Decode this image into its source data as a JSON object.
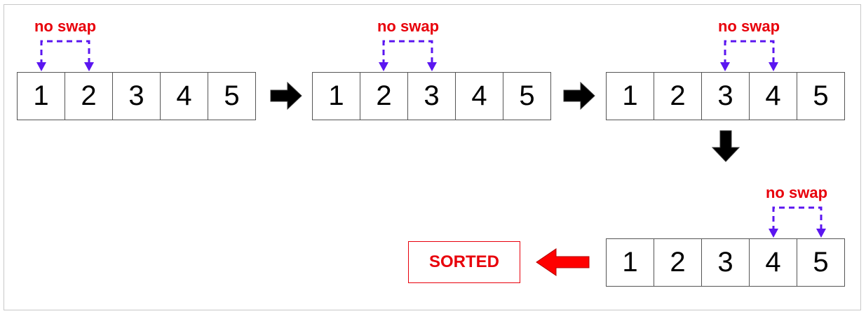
{
  "steps": [
    {
      "values": [
        "1",
        "2",
        "3",
        "4",
        "5"
      ],
      "compare_label": "no swap"
    },
    {
      "values": [
        "1",
        "2",
        "3",
        "4",
        "5"
      ],
      "compare_label": "no swap"
    },
    {
      "values": [
        "1",
        "2",
        "3",
        "4",
        "5"
      ],
      "compare_label": "no swap"
    },
    {
      "values": [
        "1",
        "2",
        "3",
        "4",
        "5"
      ],
      "compare_label": "no swap"
    }
  ],
  "result": {
    "label": "SORTED"
  },
  "colors": {
    "label": "#e8000b",
    "bracket": "#5b16f0",
    "flow_arrow": "#000000",
    "final_arrow": "#ff0000"
  },
  "icons": [
    "right-arrow-icon",
    "right-arrow-icon",
    "down-arrow-icon",
    "left-arrow-icon"
  ]
}
